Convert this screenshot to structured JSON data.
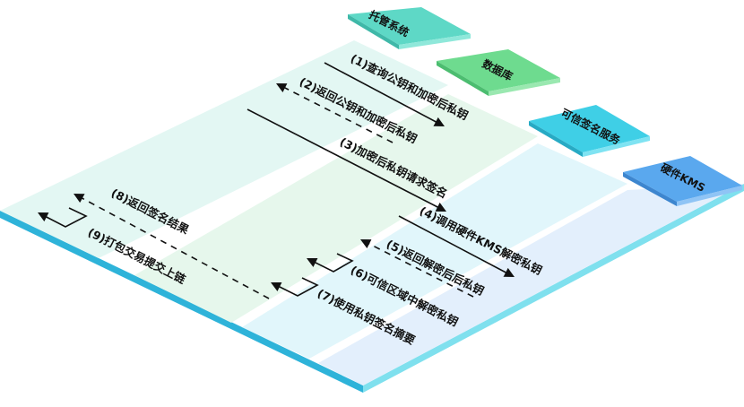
{
  "diagram": {
    "type": "isometric-sequence-diagram",
    "participants": [
      {
        "id": "hosting",
        "label": "托管系统",
        "color": "#5ed8c6",
        "lane_color": "#e3f7f3"
      },
      {
        "id": "database",
        "label": "数据库",
        "color": "#6edb8f",
        "lane_color": "#e6f7ec"
      },
      {
        "id": "trusted_sign",
        "label": "可信签名服务",
        "color": "#3fcfe6",
        "lane_color": "#e1f6fb"
      },
      {
        "id": "hardware_kms",
        "label": "硬件KMS",
        "color": "#5aa8ee",
        "lane_color": "#e3effc"
      }
    ],
    "steps": [
      {
        "n": 1,
        "label": "(1)查询公钥和加密后私钥",
        "from": "托管系统",
        "to": "数据库",
        "style": "solid"
      },
      {
        "n": 2,
        "label": "(2)返回公钥和加密后私钥",
        "from": "数据库",
        "to": "托管系统",
        "style": "dashed"
      },
      {
        "n": 3,
        "label": "(3)加密后私钥请求签名",
        "from": "托管系统",
        "to": "可信签名服务",
        "style": "solid"
      },
      {
        "n": 4,
        "label": "(4)调用硬件KMS解密私钥",
        "from": "可信签名服务",
        "to": "硬件KMS",
        "style": "solid"
      },
      {
        "n": 5,
        "label": "(5)返回解密后后私钥",
        "from": "硬件KMS",
        "to": "可信签名服务",
        "style": "dashed"
      },
      {
        "n": 6,
        "label": "(6)可信区域中解密私钥",
        "from": "可信签名服务",
        "to": "可信签名服务",
        "style": "self"
      },
      {
        "n": 7,
        "label": "(7)使用私钥签名摘要",
        "from": "可信签名服务",
        "to": "可信签名服务",
        "style": "self"
      },
      {
        "n": 8,
        "label": "(8)返回签名结果",
        "from": "可信签名服务",
        "to": "托管系统",
        "style": "dashed"
      },
      {
        "n": 9,
        "label": "(9)打包交易提交上链",
        "from": "托管系统",
        "to": "托管系统",
        "style": "self"
      }
    ],
    "platform": {
      "top_color": "#eef9fb",
      "edge_left": "#2eb3d9",
      "edge_right": "#7fe0ee"
    }
  }
}
